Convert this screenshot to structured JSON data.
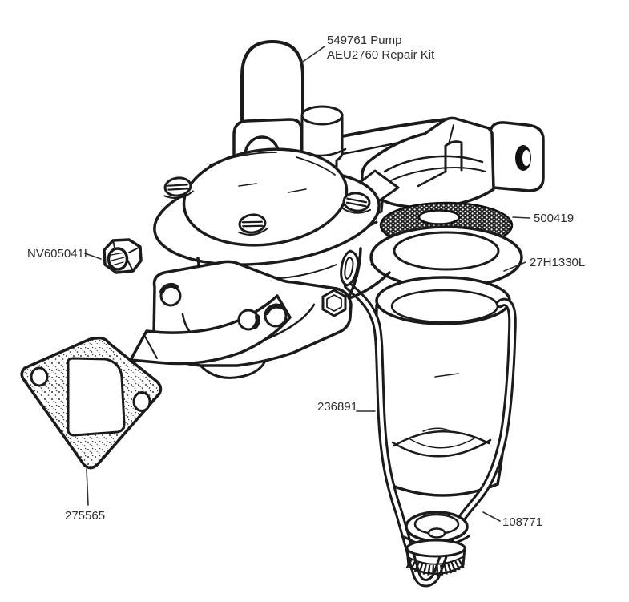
{
  "diagram": {
    "labels": {
      "pump": {
        "line1": "549761 Pump",
        "line2": "AEU2760 Repair Kit"
      },
      "filter_gauze": "500419",
      "sealing_ring": "27H1330L",
      "nut": "NV605041L",
      "bowl_clamp": "236891",
      "gasket": "275565",
      "thumb_nut_clamp": "108771"
    },
    "colors": {
      "line": "#1b1b1b",
      "detail_line": "#2a2a2a",
      "label_text": "#2e2e2e",
      "background": "#ffffff"
    }
  }
}
